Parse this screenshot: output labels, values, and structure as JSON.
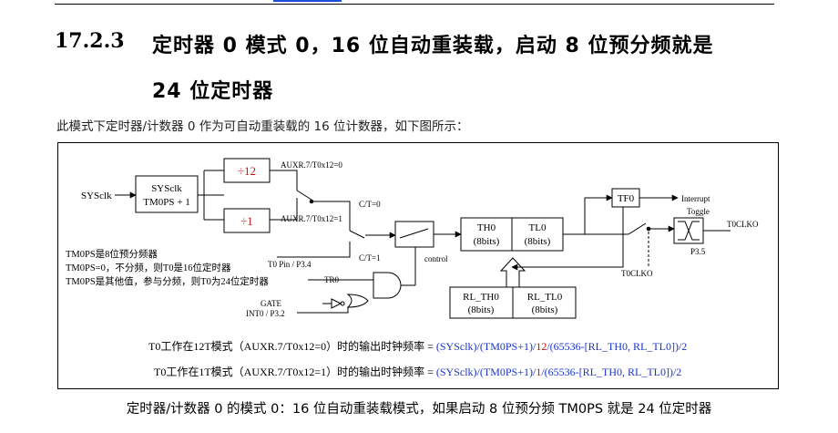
{
  "section": {
    "number": "17.2.3",
    "title_line1": "定时器 0 模式 0，16 位自动重装载，启动 8 位预分频就是",
    "title_line2": "24 位定时器"
  },
  "intro": "此模式下定时器/计数器 0 作为可自动重装载的 16 位计数器，如下图所示：",
  "diagram": {
    "sysclk_in": "SYSclk",
    "sysclk_box_l1": "SYSclk",
    "sysclk_box_l2": "TM0PS + 1",
    "div12": "÷12",
    "div1": "÷1",
    "auxr_0": "AUXR.7/T0x12=0",
    "auxr_1": "AUXR.7/T0x12=1",
    "ct0": "C/T=0",
    "ct1": "C/T=1",
    "t0pin": "T0 Pin / P3.4",
    "control": "control",
    "th0": "TH0",
    "th0_bits": "(8bits)",
    "tl0": "TL0",
    "tl0_bits": "(8bits)",
    "rlth0": "RL_TH0",
    "rlth0_bits": "(8bits)",
    "rltl0": "RL_TL0",
    "rltl0_bits": "(8bits)",
    "tf0": "TF0",
    "interrupt": "Interrupt",
    "toggle": "Toggle",
    "t0clko_out": "T0CLKO",
    "p35": "P3.5",
    "t0clko_sw": "T0CLKO",
    "tr0": "TR0",
    "gate": "GATE",
    "int0": "INT0 / P3.2",
    "note1": "TM0PS是8位预分频器",
    "note2": "TM0PS=0，不分频，则T0是16位定时器",
    "note3": "TM0PS是其他值，参与分频，则T0为24位定时器",
    "formula1_prefix": "T0工作在12T模式（AUXR.7/T0x12=0）时的输出时钟频率 = ",
    "formula1_a": "(SYSclk)/(TM0PS+1)/",
    "formula1_b": "12",
    "formula1_c": "/(65536-[RL_TH0, RL_TL0])/2",
    "formula2_prefix": "T0工作在1T模式（AUXR.7/T0x12=1）时的输出时钟频率 = ",
    "formula2_a": "(SYSclk)/(TM0PS+1)/",
    "formula2_b": "1",
    "formula2_c": "/(65536-[RL_TH0, RL_TL0])/2"
  },
  "caption": "定时器/计数器 0 的模式 0：16 位自动重装载模式，如果启动 8 位预分频 TM0PS 就是 24 位定时器"
}
